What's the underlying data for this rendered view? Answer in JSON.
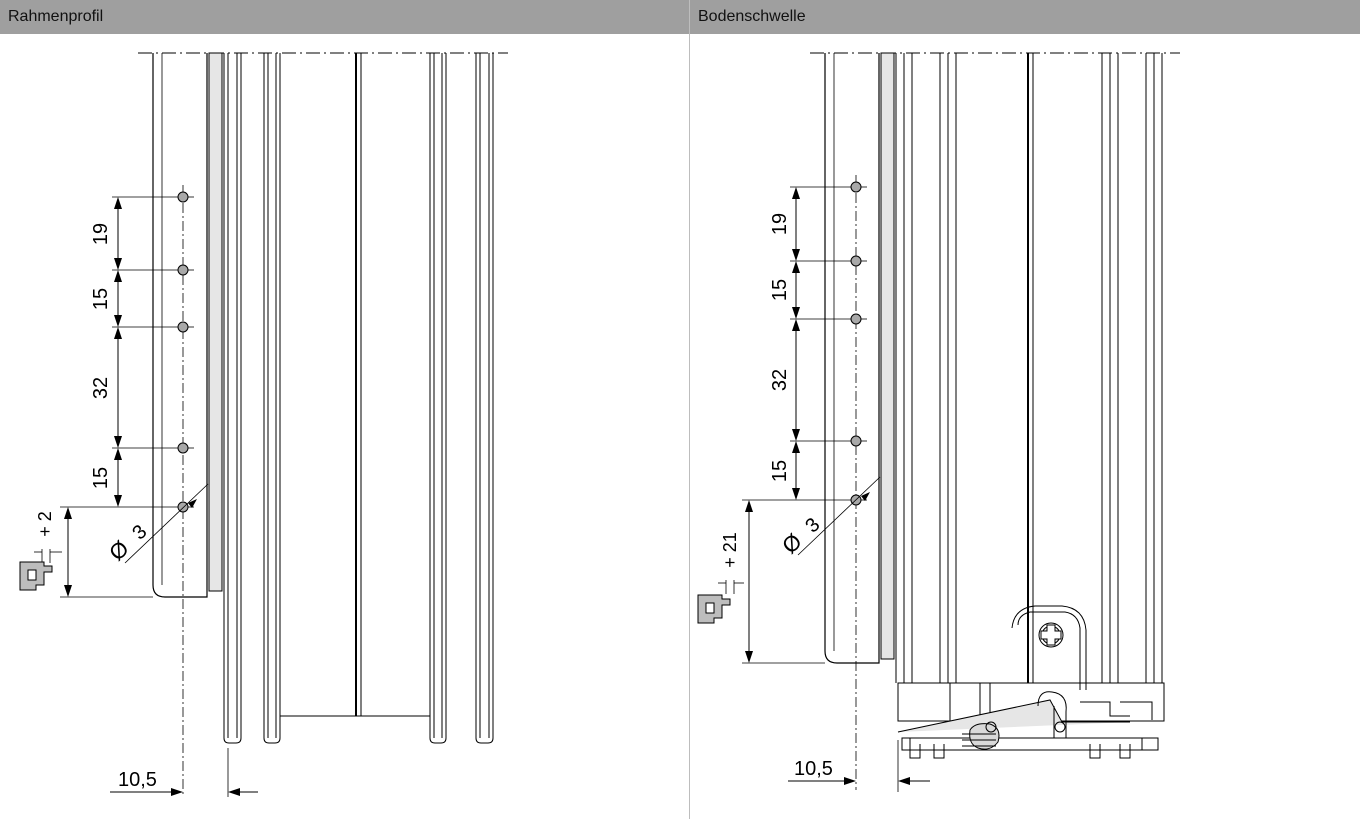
{
  "panels": {
    "left": {
      "title": "Rahmenprofil",
      "dims": {
        "d1": "19",
        "d2": "15",
        "d3": "32",
        "d4": "15",
        "offset": "+ 2",
        "diameter_symbol": "Ø",
        "diameter": "3",
        "bottom": "10,5"
      }
    },
    "right": {
      "title": "Bodenschwelle",
      "dims": {
        "d1": "19",
        "d2": "15",
        "d3": "32",
        "d4": "15",
        "offset": "+ 21",
        "diameter_symbol": "Ø",
        "diameter": "3",
        "bottom": "10,5"
      }
    }
  },
  "colors": {
    "header": "#9f9f9f",
    "hole": "#a8a8a8",
    "seal": "#e6e6e6",
    "part": "#bdbdbd",
    "line": "#000000"
  }
}
